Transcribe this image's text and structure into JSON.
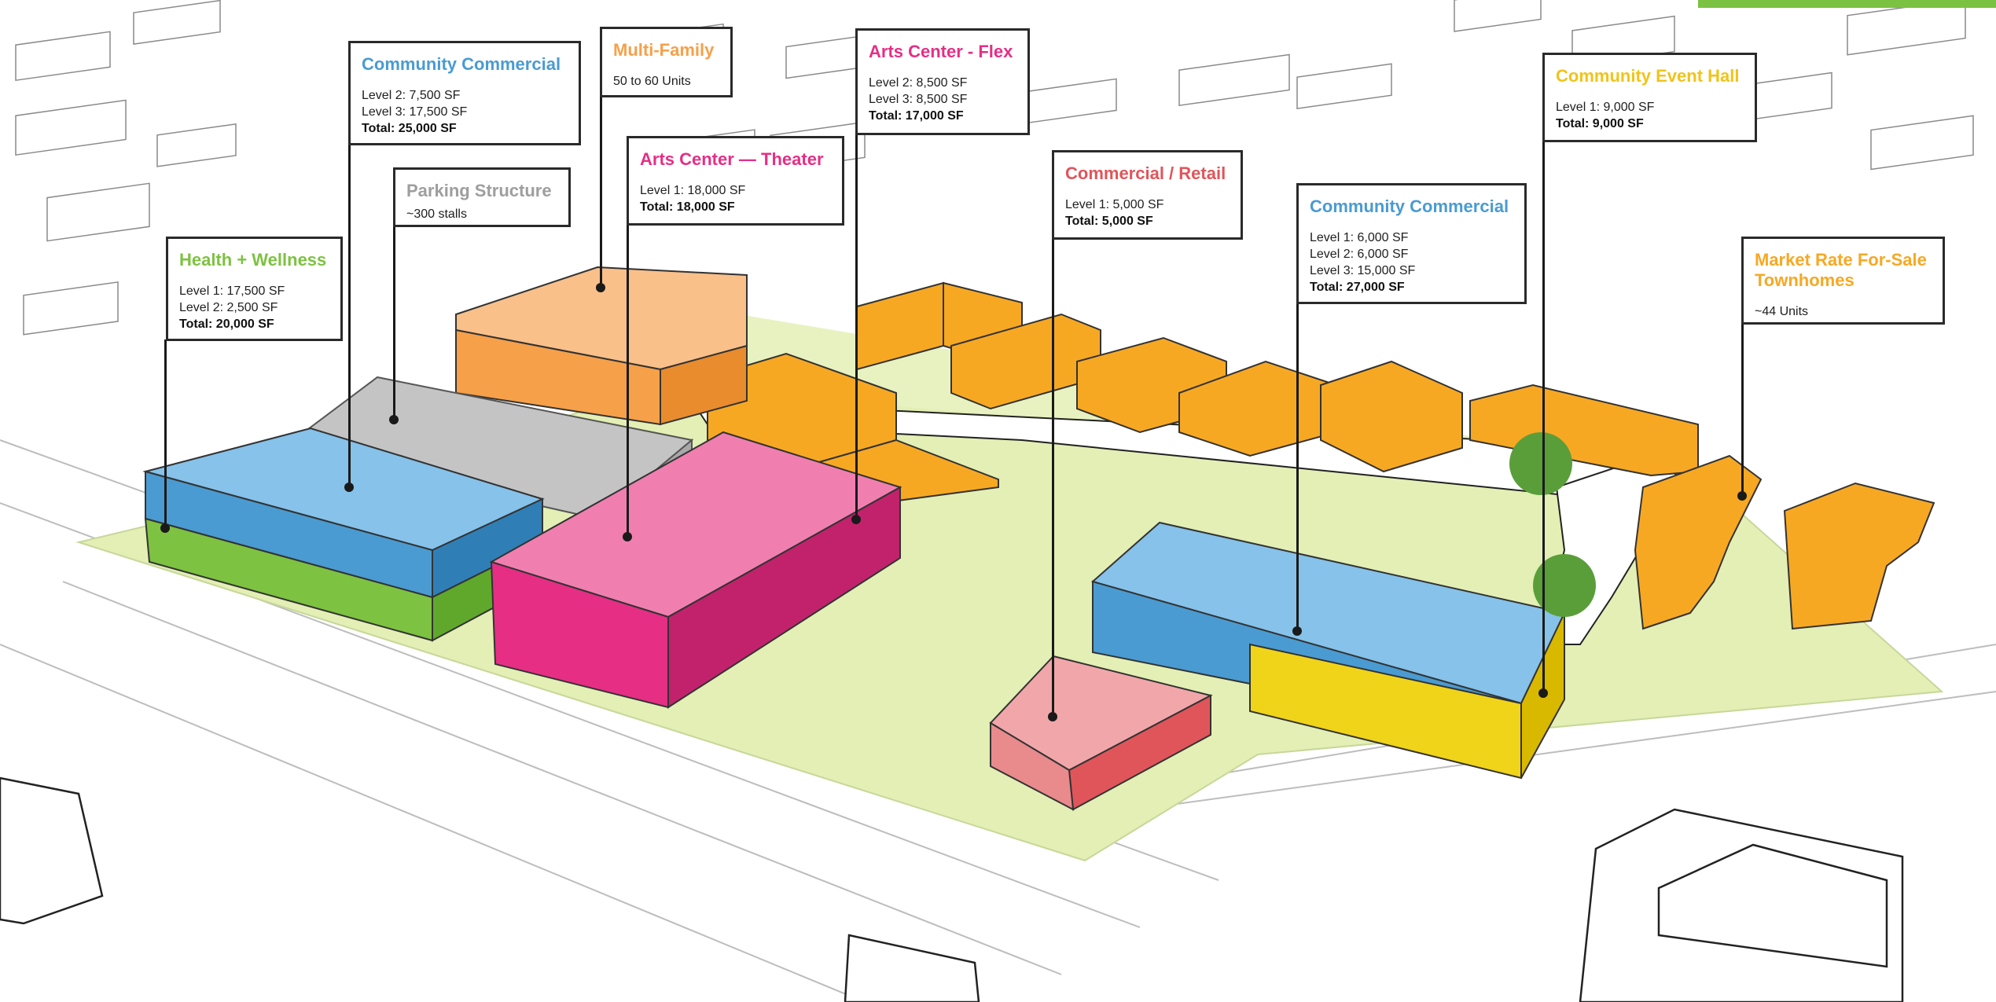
{
  "colors": {
    "health": "#7dc241",
    "commercial_blue": "#4a9bd1",
    "multifamily": "#f6a04a",
    "parking": "#9e9e9e",
    "theater": "#e62e85",
    "flex": "#e62e85",
    "retail": "#e0555a",
    "event_hall": "#f0c419",
    "townhomes": "#f7a823",
    "site_green": "#e3efb4"
  },
  "labels": {
    "health": {
      "title": "Health + Wellness",
      "lines": [
        "Level 1: 17,500 SF",
        "Level 2: 2,500 SF"
      ],
      "total": "Total: 20,000 SF"
    },
    "comm_west": {
      "title": "Community Commercial",
      "lines": [
        "Level 2: 7,500 SF",
        "Level 3: 17,500 SF"
      ],
      "total": "Total: 25,000 SF"
    },
    "parking": {
      "title": "Parking Structure",
      "lines": [
        "~300 stalls"
      ]
    },
    "multifamily": {
      "title": "Multi-Family",
      "lines": [
        "50 to 60 Units"
      ]
    },
    "theater": {
      "title": "Arts Center — Theater",
      "lines": [
        "Level 1: 18,000 SF"
      ],
      "total": "Total: 18,000 SF"
    },
    "flex": {
      "title": "Arts Center - Flex",
      "lines": [
        "Level 2: 8,500 SF",
        "Level 3: 8,500 SF"
      ],
      "total": "Total: 17,000 SF"
    },
    "retail": {
      "title": "Commercial / Retail",
      "lines": [
        "Level 1: 5,000 SF"
      ],
      "total": "Total: 5,000 SF"
    },
    "comm_east": {
      "title": "Community Commercial",
      "lines": [
        "Level 1: 6,000 SF",
        "Level 2: 6,000 SF",
        "Level 3: 15,000 SF"
      ],
      "total": "Total: 27,000 SF"
    },
    "event_hall": {
      "title": "Community Event Hall",
      "lines": [
        "Level 1: 9,000 SF"
      ],
      "total": "Total: 9,000 SF"
    },
    "townhomes": {
      "title": "Market Rate For-Sale Townhomes",
      "lines": [
        "~44 Units"
      ]
    }
  }
}
